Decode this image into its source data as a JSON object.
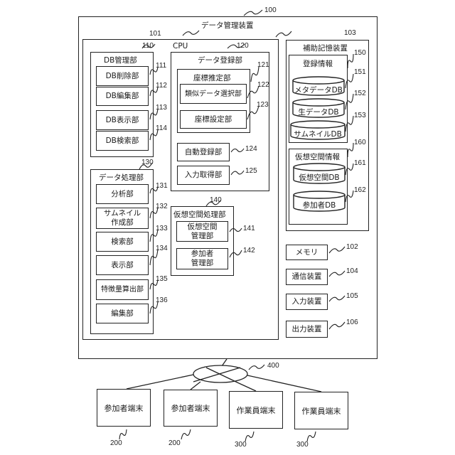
{
  "device": {
    "title": "データ管理装置",
    "ref": "100",
    "cpu": {
      "title": "CPU",
      "ref": "101",
      "db_management": {
        "title": "DB管理部",
        "ref": "110",
        "items": [
          {
            "label": "DB削除部",
            "ref": "111"
          },
          {
            "label": "DB編集部",
            "ref": "112"
          },
          {
            "label": "DB表示部",
            "ref": "113"
          },
          {
            "label": "DB検索部",
            "ref": "114"
          }
        ]
      },
      "data_registration": {
        "title": "データ登録部",
        "ref": "120",
        "coordinate_estimation": {
          "title": "座標推定部",
          "ref": "121",
          "items": [
            {
              "label": "類似データ選択部",
              "ref": "122"
            },
            {
              "label": "座標設定部",
              "ref": "123"
            }
          ]
        },
        "items": [
          {
            "label": "自動登録部",
            "ref": "124"
          },
          {
            "label": "入力取得部",
            "ref": "125"
          }
        ]
      },
      "data_processing": {
        "title": "データ処理部",
        "ref": "130",
        "items": [
          {
            "label": "分析部",
            "ref": "131"
          },
          {
            "label": "サムネイル作成部",
            "line1": "サムネイル",
            "line2": "作成部",
            "ref": "132"
          },
          {
            "label": "検索部",
            "ref": "133"
          },
          {
            "label": "表示部",
            "ref": "134"
          },
          {
            "label": "特徴量算出部",
            "ref": "135"
          },
          {
            "label": "編集部",
            "ref": "136"
          }
        ]
      },
      "virtual_space_processing": {
        "title": "仮想空間処理部",
        "ref": "140",
        "items": [
          {
            "line1": "仮想空間",
            "line2": "管理部",
            "ref": "141"
          },
          {
            "line1": "参加者",
            "line2": "管理部",
            "ref": "142"
          }
        ]
      }
    },
    "aux_storage": {
      "title": "補助記憶装置",
      "ref": "103",
      "registration_info": {
        "title": "登録情報",
        "ref": "150",
        "dbs": [
          {
            "label": "メタデータDB",
            "ref": "151"
          },
          {
            "label": "生データDB",
            "ref": "152"
          },
          {
            "label": "サムネイルDB",
            "ref": "153"
          }
        ]
      },
      "virtual_space_info": {
        "title": "仮想空間情報",
        "ref": "160",
        "dbs": [
          {
            "label": "仮想空間DB",
            "ref": "161"
          },
          {
            "label": "参加者DB",
            "ref": "162"
          }
        ]
      }
    },
    "peripherals": [
      {
        "label": "メモリ",
        "ref": "102"
      },
      {
        "label": "通信装置",
        "ref": "104"
      },
      {
        "label": "入力装置",
        "ref": "105"
      },
      {
        "label": "出力装置",
        "ref": "106"
      }
    ]
  },
  "network": {
    "ref": "400"
  },
  "terminals": [
    {
      "label": "参加者端末",
      "ref": "200"
    },
    {
      "label": "参加者端末",
      "ref": "200"
    },
    {
      "label": "作業員端末",
      "ref": "300"
    },
    {
      "label": "作業員端末",
      "ref": "300"
    }
  ]
}
